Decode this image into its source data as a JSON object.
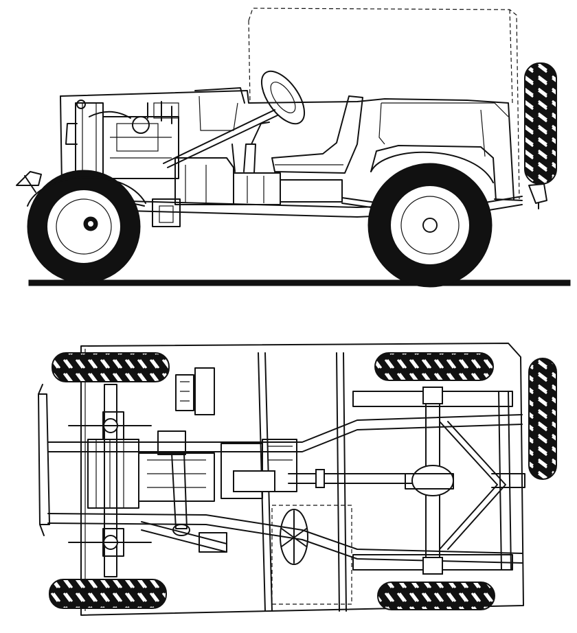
{
  "drawing": {
    "views": [
      {
        "id": "side-view",
        "kind": "side elevation cutaway"
      },
      {
        "id": "plan-view",
        "kind": "top plan chassis view"
      }
    ],
    "ink_color": "#111111",
    "paper_color": "#ffffff"
  }
}
